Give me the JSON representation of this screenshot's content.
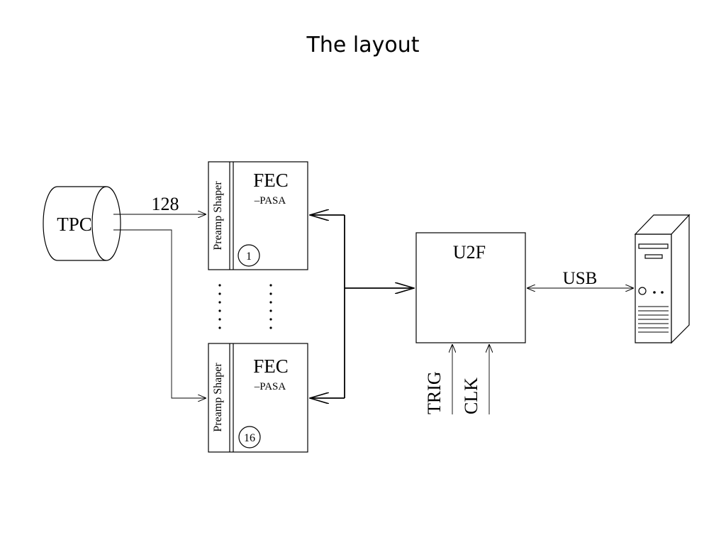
{
  "slide": {
    "title": "The layout"
  },
  "tpc": {
    "label": "TPC"
  },
  "channel_label": "128",
  "fec_top": {
    "title": "FEC",
    "subtitle": "–PASA",
    "side_label": "Preamp Shaper",
    "number": "1"
  },
  "fec_bottom": {
    "title": "FEC",
    "subtitle": "–PASA",
    "side_label": "Preamp Shaper",
    "number": "16"
  },
  "u2f": {
    "label": "U2F"
  },
  "inputs": {
    "trig": "TRIG",
    "clk": "CLK"
  },
  "usb_label": "USB",
  "icons": {
    "computer": "desktop-tower-icon",
    "cylinder": "tpc-cylinder-icon"
  }
}
